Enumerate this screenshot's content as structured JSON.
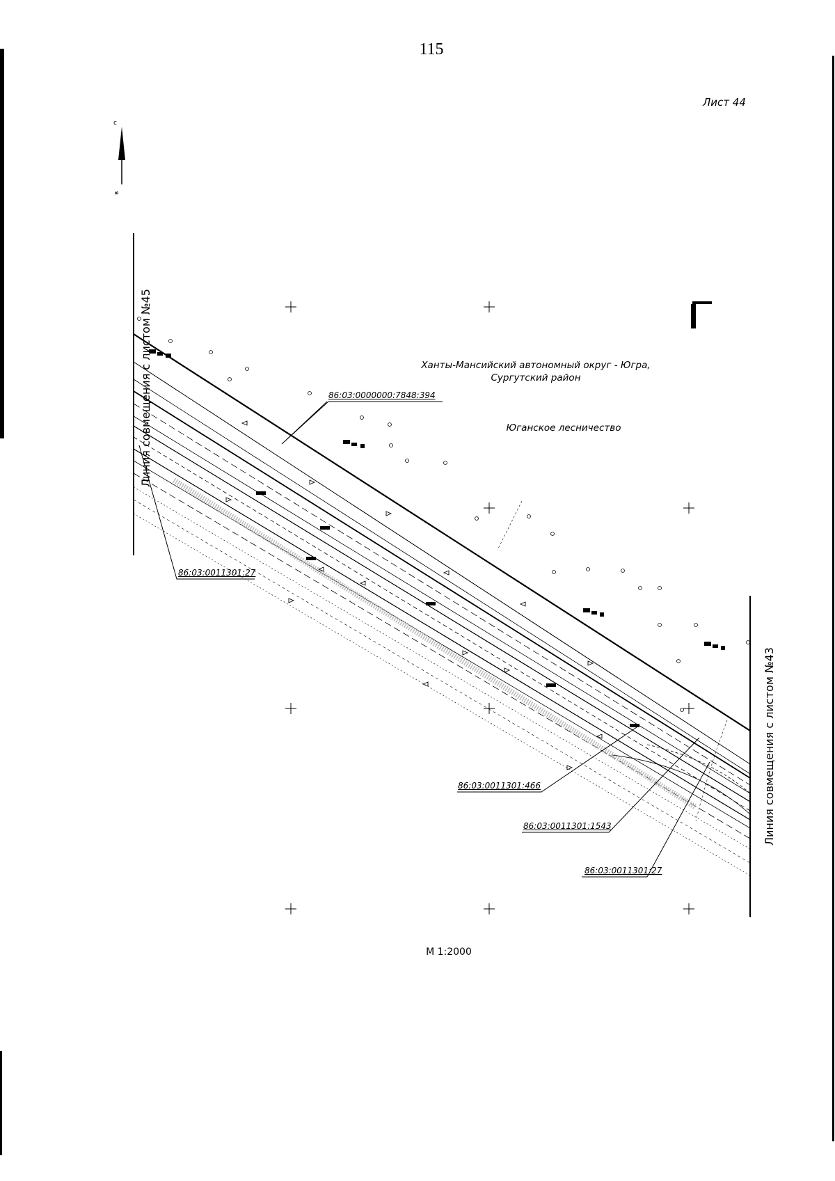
{
  "page_number": "115",
  "sheet": {
    "label": "Лист 44"
  },
  "north_arrow": {
    "letter": "с",
    "icon": "north-arrow-icon"
  },
  "match_lines": {
    "left": "Линия совмещения с листом №45",
    "right": "Линия совмещения с листом №43"
  },
  "region": {
    "line1": "Ханты-Мансийский автономный округ - Югра,",
    "line2": "Сургутский район"
  },
  "forestry": "Юганское лесничество",
  "parcels": [
    {
      "id": "86:03:0000000:7848:394"
    },
    {
      "id": "86:03:0011301:27"
    },
    {
      "id": "86:03:0011301:466"
    },
    {
      "id": "86:03:0011301:1543"
    },
    {
      "id": "86:03:0011301:27"
    }
  ],
  "scale": "М 1:2000"
}
